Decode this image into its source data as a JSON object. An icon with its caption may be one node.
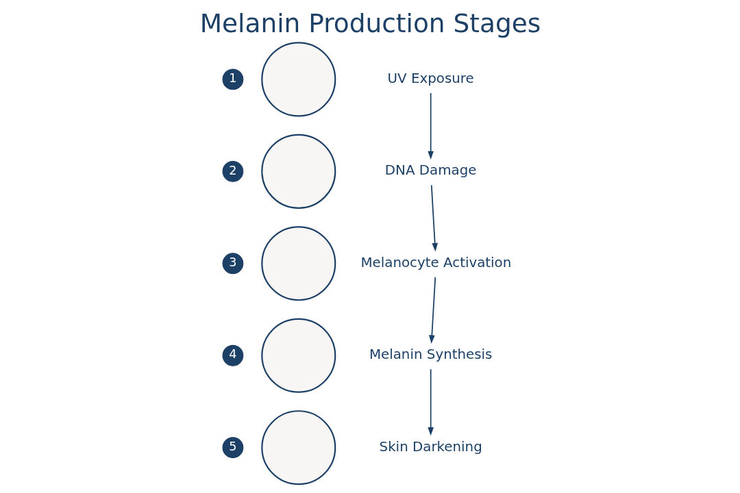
{
  "diagram": {
    "title": "Melanin Production Stages",
    "nodes": [
      {
        "text": [
          "1"
        ]
      },
      {
        "text": [],
        "shape": "circle"
      },
      {
        "text": [
          "UV Exposure"
        ]
      },
      {
        "text": [
          "2"
        ]
      },
      {
        "text": [],
        "shape": "circle"
      },
      {
        "text": [
          "DNA Damage"
        ]
      },
      {
        "text": [
          "3"
        ]
      },
      {
        "text": [],
        "shape": "circle"
      },
      {
        "text": [
          "Melanocyte Activation"
        ]
      },
      {
        "text": [
          "4"
        ]
      },
      {
        "text": [],
        "shape": "circle"
      },
      {
        "text": [
          "Melanin Synthesis"
        ]
      },
      {
        "text": [
          "5"
        ]
      },
      {
        "text": [],
        "shape": "circle"
      },
      {
        "text": [
          "Skin Darkening"
        ]
      }
    ],
    "edges": [
      {
        "from": 2,
        "to": 5,
        "arrow": "to"
      },
      {
        "from": 5,
        "to": 8,
        "arrow": "to"
      },
      {
        "from": 8,
        "to": 11,
        "arrow": "to"
      },
      {
        "from": 11,
        "to": 14,
        "arrow": "to"
      }
    ]
  }
}
